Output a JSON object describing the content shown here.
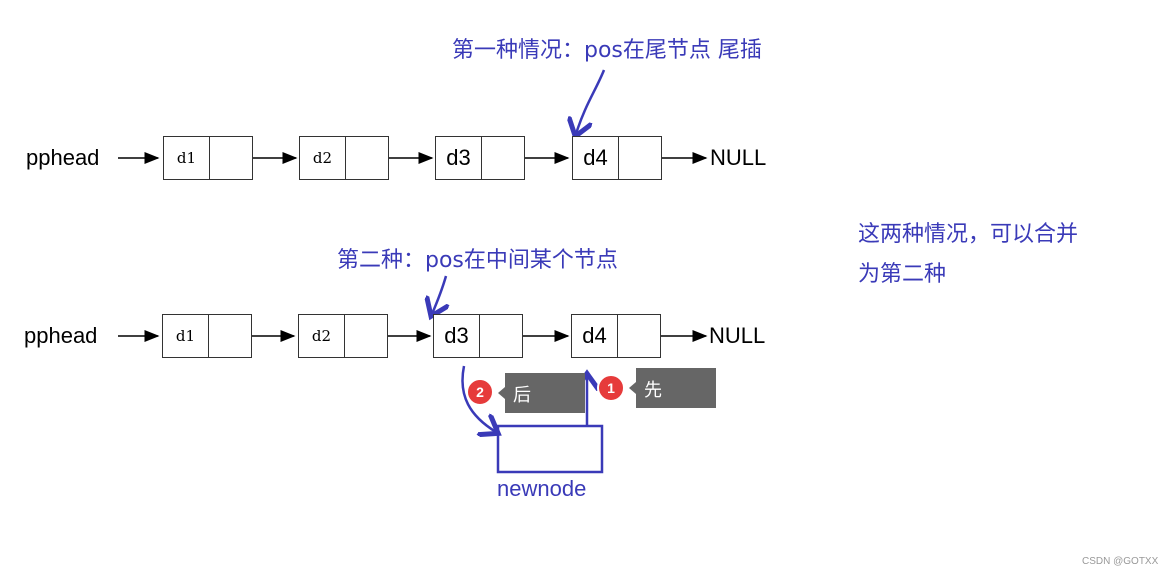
{
  "annotations": {
    "case1": "第一种情况：pos在尾节点  尾插",
    "case2": "第二种：pos在中间某个节点",
    "merge_line1": "这两种情况，可以合并",
    "merge_line2": "为第二种"
  },
  "list1": {
    "head_label": "pphead",
    "nodes": [
      "d1",
      "d2",
      "d3",
      "d4"
    ],
    "null_label": "NULL"
  },
  "list2": {
    "head_label": "pphead",
    "nodes": [
      "d1",
      "d2",
      "d3",
      "d4"
    ],
    "null_label": "NULL"
  },
  "steps": [
    {
      "badge": "1",
      "label": "先"
    },
    {
      "badge": "2",
      "label": "后"
    }
  ],
  "newnode_label": "newnode",
  "watermark": "CSDN @GOTXX",
  "colors": {
    "annotation": "#3a3ab8",
    "tag_bg": "#666666",
    "badge": "#e63b3b"
  }
}
